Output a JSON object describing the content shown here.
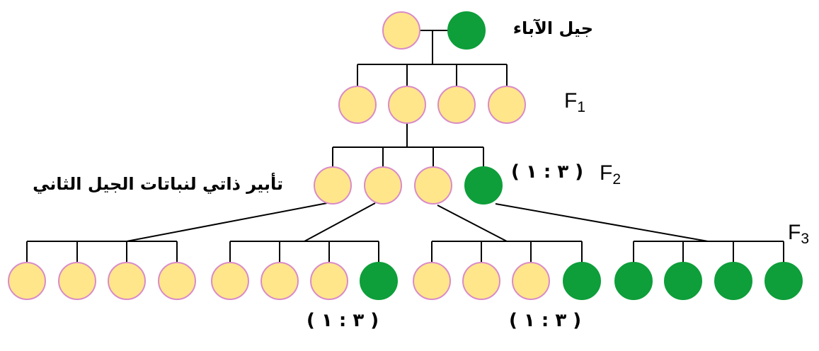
{
  "colors": {
    "yellow": "#FFE68A",
    "yellow_border": "#D98BC8",
    "green": "#0E9E3A",
    "line": "#000000"
  },
  "labels": {
    "parents": "جيل الآباء",
    "self_pollination": "تأبير ذاتي لنباتات الجيل الثاني",
    "f1_letter": "F",
    "f1_num": "1",
    "f2_letter": "F",
    "f2_num": "2",
    "f3_letter": "F",
    "f3_num": "3"
  },
  "ratios": {
    "f2": "( ٣ : ١ )",
    "f3_group2": "( ٣ : ١ )",
    "f3_group3": "( ٣ : ١ )"
  },
  "generations": {
    "parents": [
      "yellow",
      "green"
    ],
    "f1": [
      "yellow",
      "yellow",
      "yellow",
      "yellow"
    ],
    "f2": [
      "yellow",
      "yellow",
      "yellow",
      "green"
    ],
    "f3": [
      [
        "yellow",
        "yellow",
        "yellow",
        "yellow"
      ],
      [
        "yellow",
        "yellow",
        "yellow",
        "green"
      ],
      [
        "yellow",
        "yellow",
        "yellow",
        "green"
      ],
      [
        "green",
        "green",
        "green",
        "green"
      ]
    ]
  }
}
